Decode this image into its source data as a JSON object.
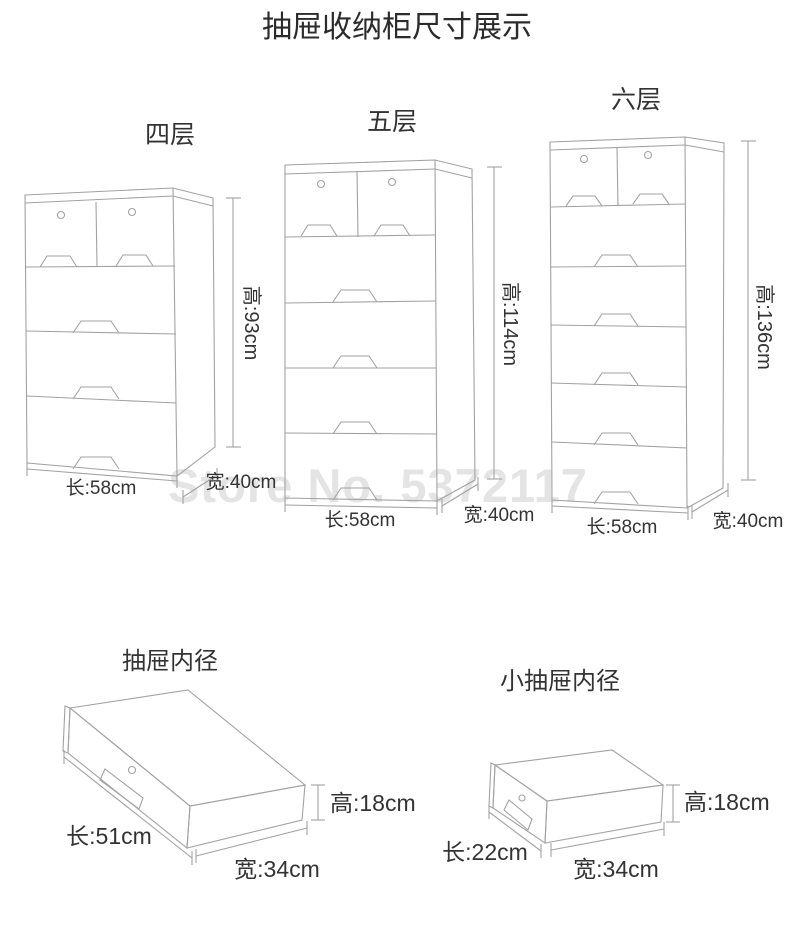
{
  "title": "抽屉收纳柜尺寸展示",
  "watermark": "Store No. 5372117",
  "colors": {
    "line": "#a2a2a2",
    "text": "#333333",
    "title": "#2b2b2b",
    "watermark": "#e4e4e4",
    "background": "#ffffff"
  },
  "cabinets": [
    {
      "label": "四层",
      "layers": 4,
      "dimensions": {
        "height": "高:93cm",
        "length": "长:58cm",
        "width": "宽:40cm"
      }
    },
    {
      "label": "五层",
      "layers": 5,
      "dimensions": {
        "height": "高:114cm",
        "length": "长:58cm",
        "width": "宽:40cm"
      }
    },
    {
      "label": "六层",
      "layers": 6,
      "dimensions": {
        "height": "高:136cm",
        "length": "长:58cm",
        "width": "宽:40cm"
      }
    }
  ],
  "drawers": [
    {
      "label": "抽屉内径",
      "dimensions": {
        "length": "长:51cm",
        "width": "宽:34cm",
        "height": "高:18cm"
      }
    },
    {
      "label": "小抽屉内径",
      "dimensions": {
        "length": "长:22cm",
        "width": "宽:34cm",
        "height": "高:18cm"
      }
    }
  ]
}
